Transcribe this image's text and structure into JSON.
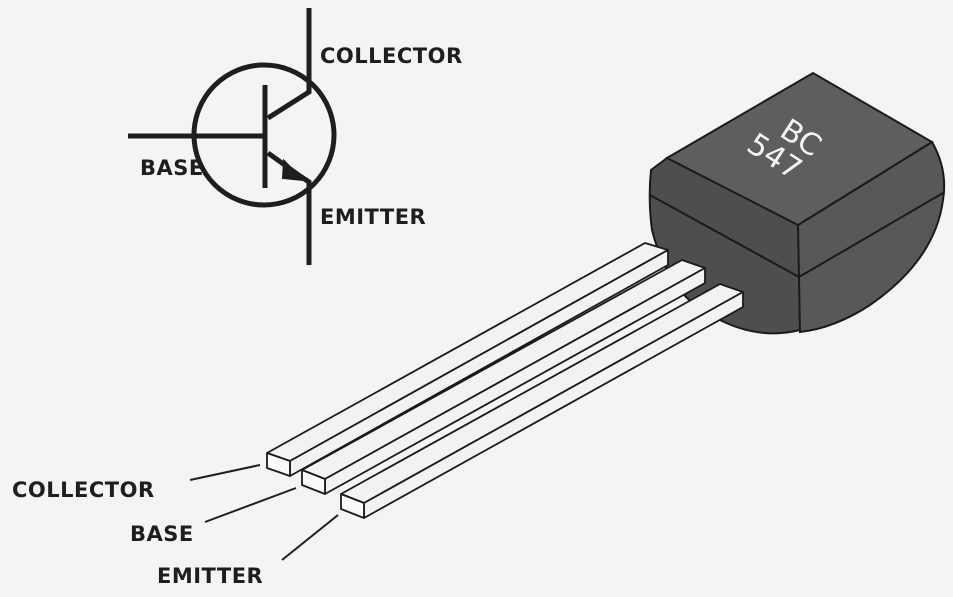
{
  "symbol": {
    "collector_label": "COLLECTOR",
    "base_label": "BASE",
    "emitter_label": "EMITTER"
  },
  "package": {
    "marking_line1": "BC",
    "marking_line2": "547",
    "body_color": "#585858",
    "lead_color": "#f2f2f2"
  },
  "pins": {
    "collector_label": "COLLECTOR",
    "base_label": "BASE",
    "emitter_label": "EMITTER"
  }
}
